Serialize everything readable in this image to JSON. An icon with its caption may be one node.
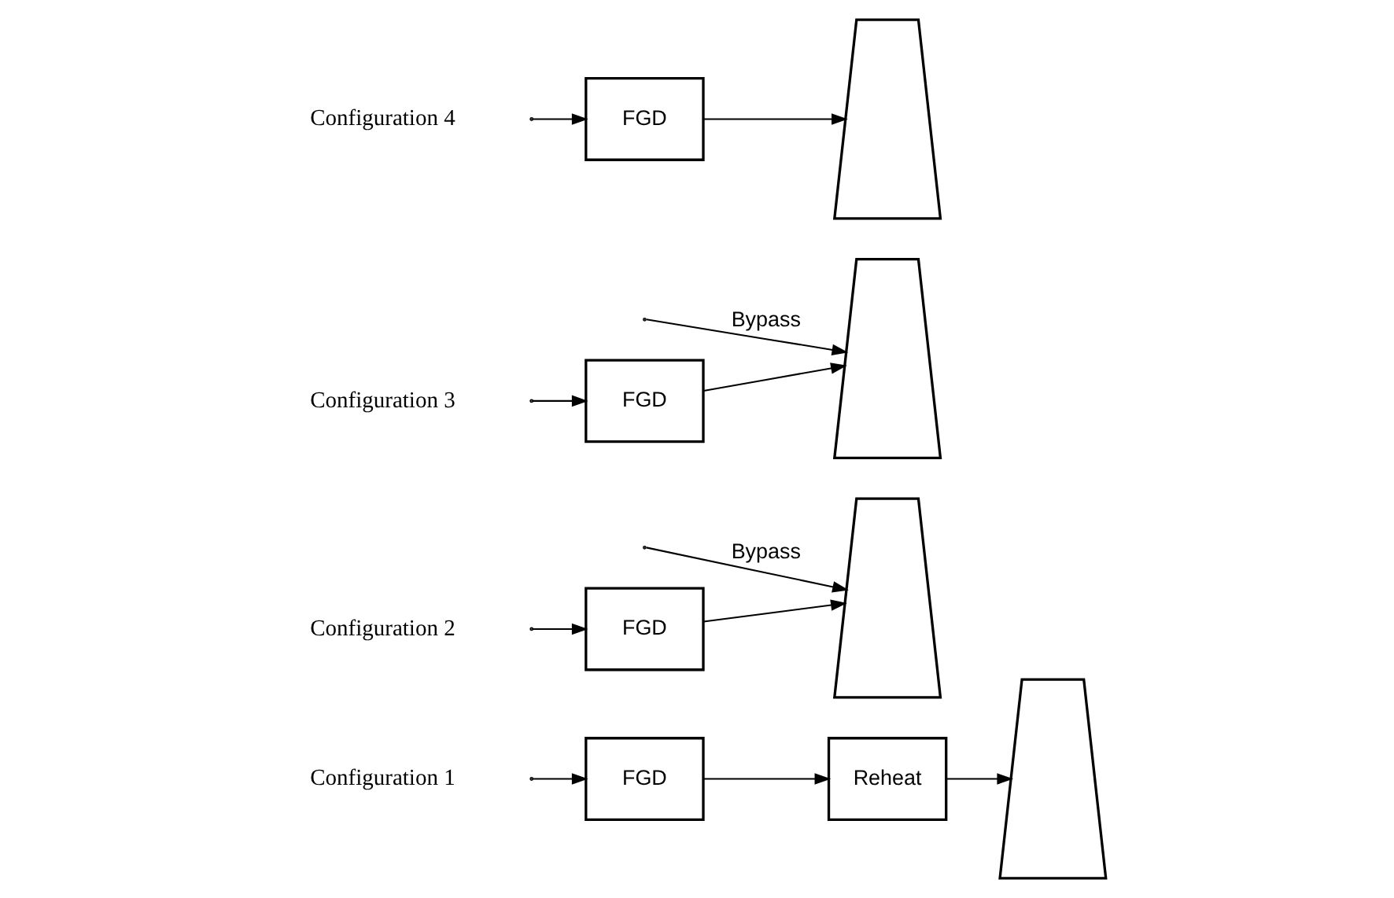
{
  "diagram": {
    "nodes": [
      {
        "text": [
          "FGD"
        ]
      },
      {
        "text": [
          "Reheat"
        ]
      },
      {
        "text": [],
        "shape": "trapezoid"
      },
      {
        "text": [
          "FGD"
        ]
      },
      {
        "text": [],
        "shape": "trapezoid"
      },
      {
        "text": [
          "FGD"
        ]
      },
      {
        "text": [],
        "shape": "trapezoid"
      },
      {
        "text": [
          "FGD"
        ]
      },
      {
        "text": [],
        "shape": "trapezoid"
      }
    ],
    "edges": [
      {
        "from": null,
        "to": 0,
        "arrow": "to"
      },
      {
        "from": 0,
        "to": 1,
        "arrow": "to"
      },
      {
        "from": 1,
        "to": 2,
        "arrow": "to"
      },
      {
        "from": null,
        "to": 3,
        "arrow": "to"
      },
      {
        "from": 3,
        "to": 4,
        "arrow": "to"
      },
      {
        "from": null,
        "to": 4,
        "arrow": "to",
        "label": "Bypass"
      },
      {
        "from": null,
        "to": 5,
        "arrow": "to"
      },
      {
        "from": 5,
        "to": 6,
        "arrow": "to"
      },
      {
        "from": null,
        "to": 6,
        "arrow": "to",
        "label": "Bypass"
      },
      {
        "from": null,
        "to": 7,
        "arrow": "to"
      },
      {
        "from": 7,
        "to": 8,
        "arrow": "to"
      }
    ],
    "labels": [
      "Configuration 1",
      "Configuration 2",
      "Configuration 3",
      "Configuration 4"
    ]
  }
}
